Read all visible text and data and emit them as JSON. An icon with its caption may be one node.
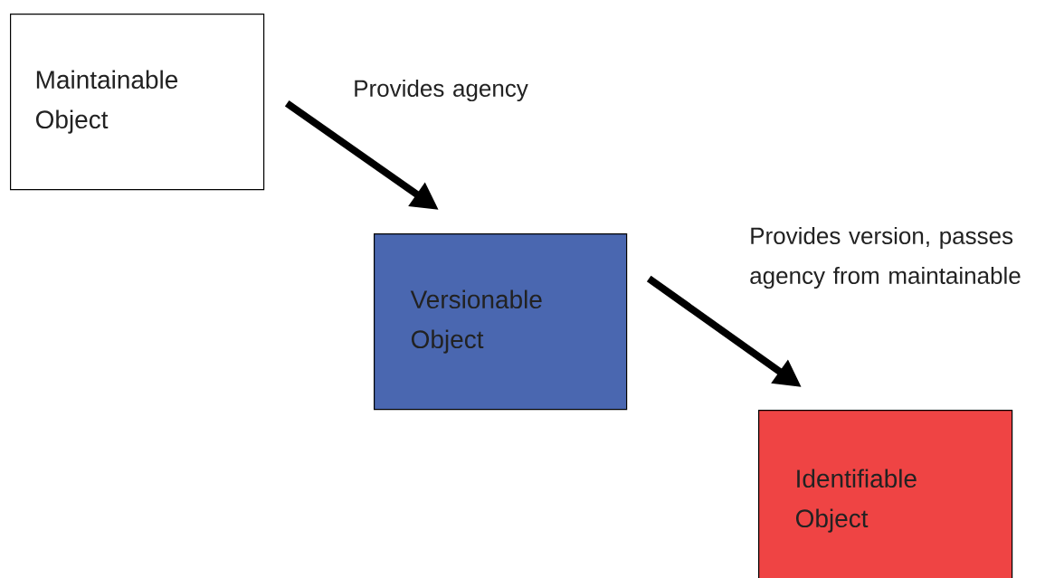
{
  "diagram": {
    "nodes": [
      {
        "text": [
          "Maintainable Object"
        ]
      },
      {
        "text": [
          "Versionable Object"
        ]
      },
      {
        "text": [
          "Identifiable Object"
        ]
      }
    ],
    "edges": [
      {
        "from": 0,
        "to": 1,
        "arrow": "to",
        "label": "Provides agency"
      },
      {
        "from": 1,
        "to": 2,
        "arrow": "to",
        "label": "Provides version, passes agency from maintainable"
      }
    ]
  }
}
